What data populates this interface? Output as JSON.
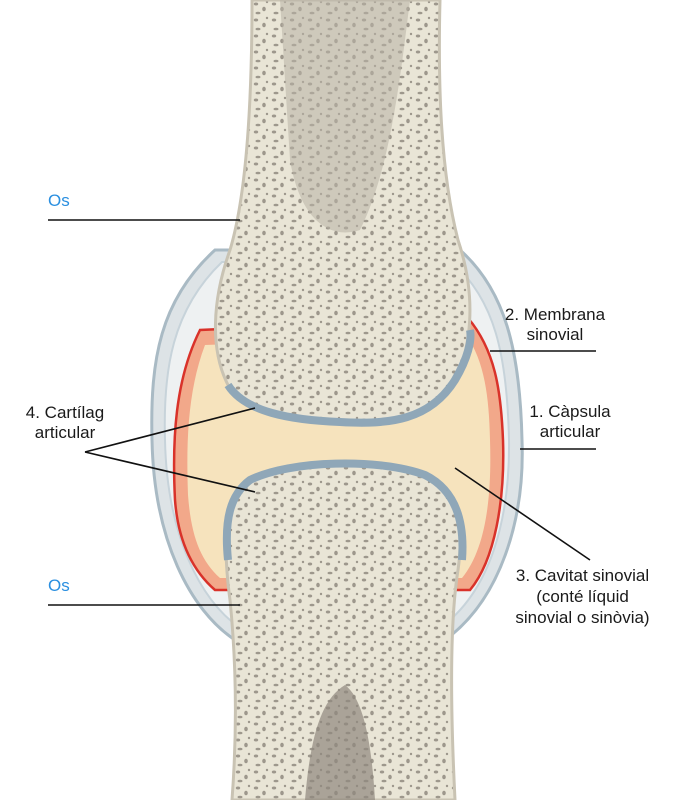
{
  "labels": {
    "bone_top": "Os",
    "bone_bottom": "Os",
    "synovial_membrane": [
      "2. Membrana",
      "sinovial"
    ],
    "joint_capsule": [
      "1. Càpsula",
      "articular"
    ],
    "articular_cartilage": [
      "4. Cartílag",
      "articular"
    ],
    "synovial_cavity": [
      "3. Cavitat sinovial",
      "(conté líquid",
      "sinovial o sinòvia)"
    ]
  },
  "colors": {
    "label_os": "#2a8fe0",
    "bone": "#e9e5d6",
    "marrow": "#b8b2a6",
    "cartilage": "#8fa7b8",
    "cavity": "#f6e3bd",
    "membrane": "#e8553c",
    "capsule": "#cfd8de"
  }
}
